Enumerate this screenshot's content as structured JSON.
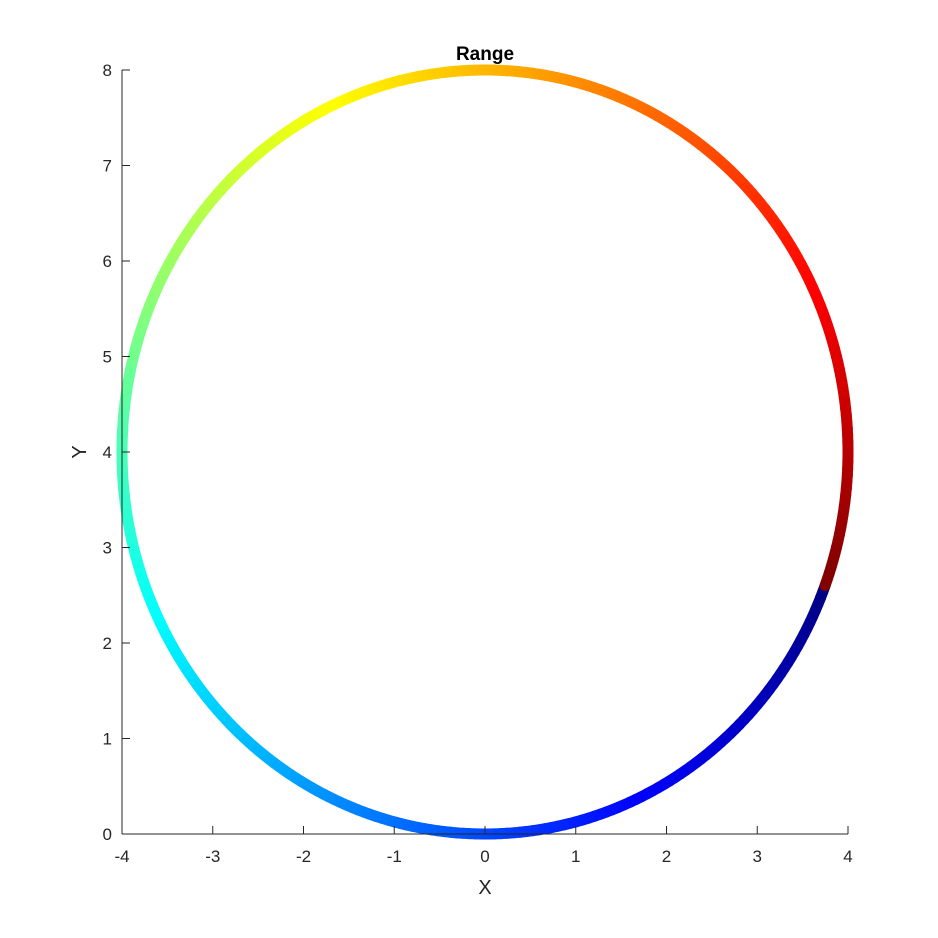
{
  "chart_data": {
    "type": "line",
    "title": "Range",
    "xlabel": "X",
    "ylabel": "Y",
    "xlim": [
      -4,
      4
    ],
    "ylim": [
      0,
      8
    ],
    "xticks": [
      -4,
      -3,
      -2,
      -1,
      0,
      1,
      2,
      3,
      4
    ],
    "yticks": [
      0,
      1,
      2,
      3,
      4,
      5,
      6,
      7,
      8
    ],
    "grid": false,
    "legend": "none",
    "colormap": "jet",
    "series": [
      {
        "curve": "circle",
        "center": [
          0,
          4
        ],
        "radius": 4,
        "start_point": [
          3.75,
          2.6
        ],
        "direction": "clockwise",
        "sweep_degrees": 360,
        "color_by": "path-position"
      }
    ]
  }
}
